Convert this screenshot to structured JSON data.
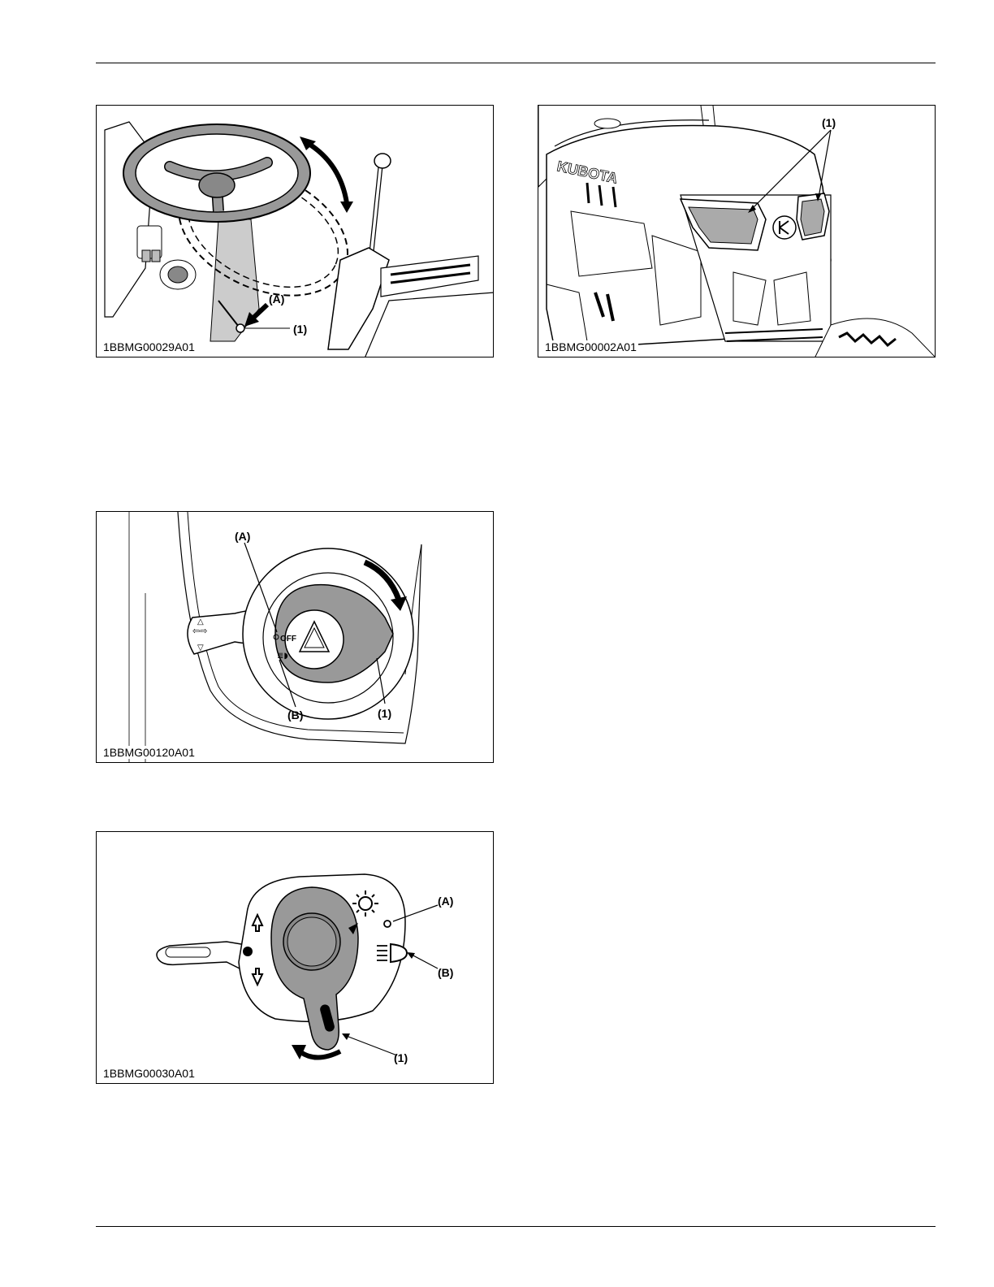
{
  "figures": [
    {
      "code": "1BBMG00029A01",
      "labels": {
        "a": "(A)",
        "one": "(1)"
      }
    },
    {
      "code": "1BBMG00002A01",
      "labels": {
        "one": "(1)"
      },
      "brand_text": "KUBOTA"
    },
    {
      "code": "1BBMG00120A01",
      "labels": {
        "a": "(A)",
        "b": "(B)",
        "one": "(1)"
      },
      "switch_text": "OFF"
    },
    {
      "code": "1BBMG00030A01",
      "labels": {
        "a": "(A)",
        "b": "(B)",
        "one": "(1)"
      }
    }
  ]
}
